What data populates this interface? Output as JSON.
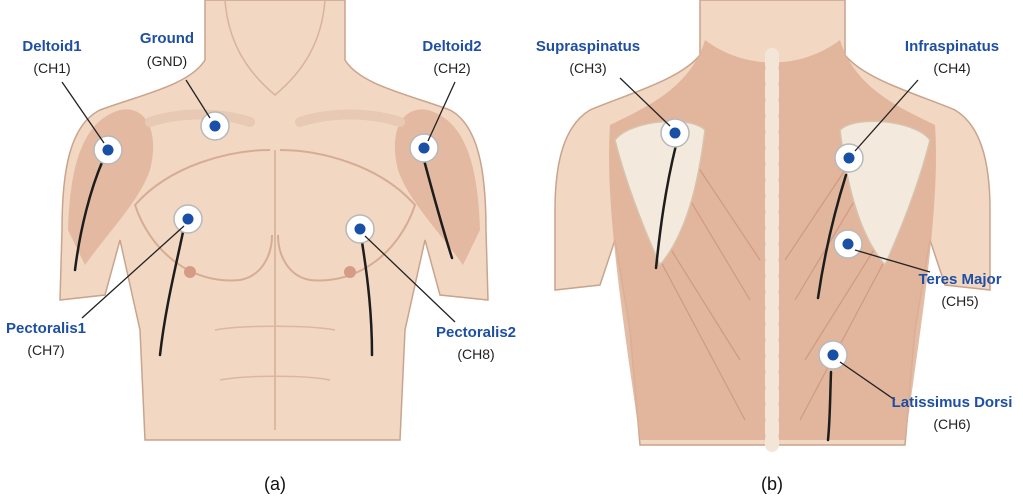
{
  "colors": {
    "skin": "#f2d7c3",
    "skin_shadow": "#e3b79d",
    "muscle": "#deb096",
    "muscle_line": "#c98f75",
    "bone": "#f3eadd",
    "electrode_ring": "#ffffff",
    "electrode_center": "#1a4fa6",
    "cable": "#1d1d1d",
    "label_blue": "#1f4fa3"
  },
  "panel_a": {
    "caption": "(a)",
    "electrodes": [
      {
        "name": "Deltoid1",
        "channel": "(CH1)"
      },
      {
        "name": "Ground",
        "channel": "(GND)"
      },
      {
        "name": "Deltoid2",
        "channel": "(CH2)"
      },
      {
        "name": "Pectoralis1",
        "channel": "(CH7)"
      },
      {
        "name": "Pectoralis2",
        "channel": "(CH8)"
      }
    ]
  },
  "panel_b": {
    "caption": "(b)",
    "electrodes": [
      {
        "name": "Supraspinatus",
        "channel": "(CH3)"
      },
      {
        "name": "Infraspinatus",
        "channel": "(CH4)"
      },
      {
        "name": "Teres Major",
        "channel": "(CH5)"
      },
      {
        "name": "Latissimus Dorsi",
        "channel": "(CH6)"
      }
    ]
  }
}
